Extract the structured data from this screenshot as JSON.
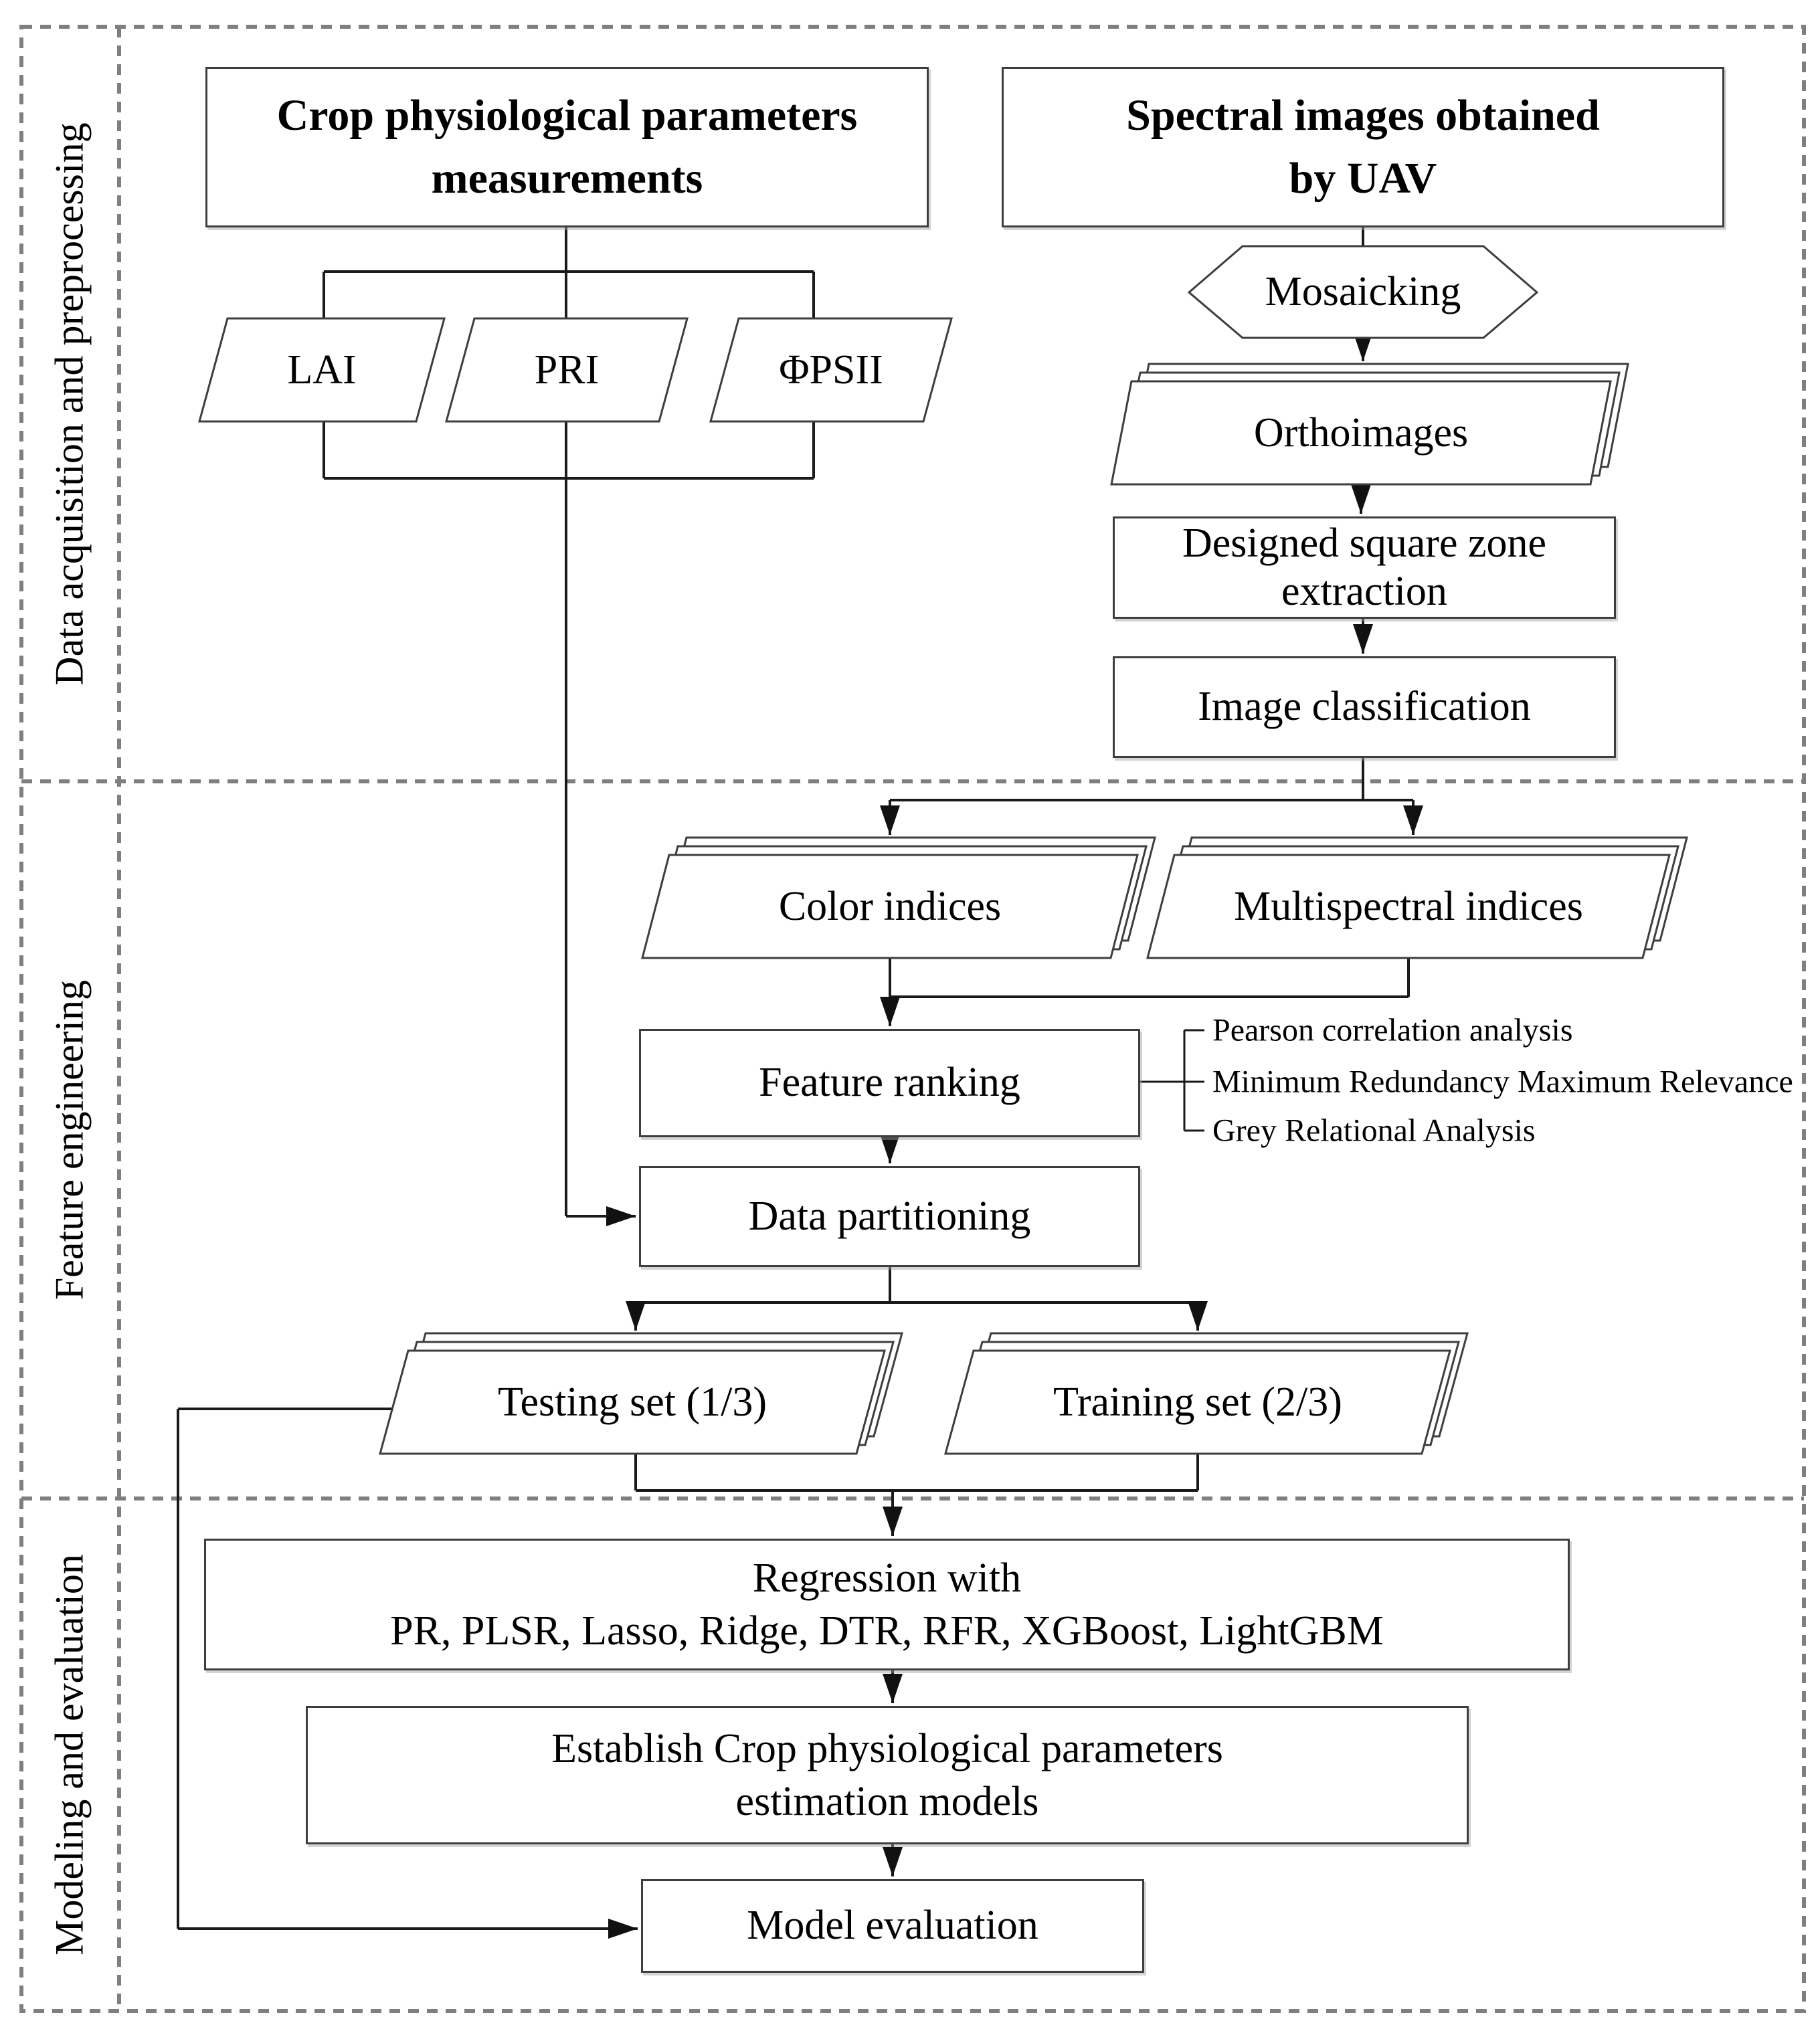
{
  "colors": {
    "flow_line": "#1a1a1a",
    "shape_border": "#3e3e3e",
    "frame_dash": "#7f7f7f",
    "background": "#ffffff"
  },
  "sections": {
    "acquisition": {
      "label": "Data acquisition and preprocessing"
    },
    "feature": {
      "label": "Feature engineering"
    },
    "modeling": {
      "label": "Modeling and evaluation"
    }
  },
  "nodes": {
    "crop_measurements": {
      "line1": "Crop physiological parameters",
      "line2": "measurements"
    },
    "spectral_uav": {
      "line1": "Spectral images obtained",
      "line2": "by UAV"
    },
    "lai": {
      "label": "LAI"
    },
    "pri": {
      "label": "PRI"
    },
    "phi_psii": {
      "label": "ΦPSII"
    },
    "mosaicking": {
      "label": "Mosaicking"
    },
    "orthoimages": {
      "label": "Orthoimages"
    },
    "designed_square_zone": {
      "line1": "Designed square zone",
      "line2": "extraction"
    },
    "image_classification": {
      "label": "Image classification"
    },
    "color_indices": {
      "label": "Color indices"
    },
    "multispectral_indices": {
      "label": "Multispectral indices"
    },
    "feature_ranking": {
      "label": "Feature ranking"
    },
    "data_partitioning": {
      "label": "Data partitioning"
    },
    "testing_set": {
      "label": "Testing set (1/3)"
    },
    "training_set": {
      "label": "Training set (2/3)"
    },
    "regression": {
      "line1": "Regression with",
      "line2": "PR, PLSR, Lasso, Ridge, DTR, RFR, XGBoost, LightGBM"
    },
    "establish_models": {
      "line1": "Establish Crop physiological parameters",
      "line2": "estimation models"
    },
    "model_evaluation": {
      "label": "Model evaluation"
    }
  },
  "feature_ranking_methods": [
    "Pearson correlation analysis",
    "Minimum Redundancy Maximum Relevance",
    "Grey Relational Analysis"
  ]
}
